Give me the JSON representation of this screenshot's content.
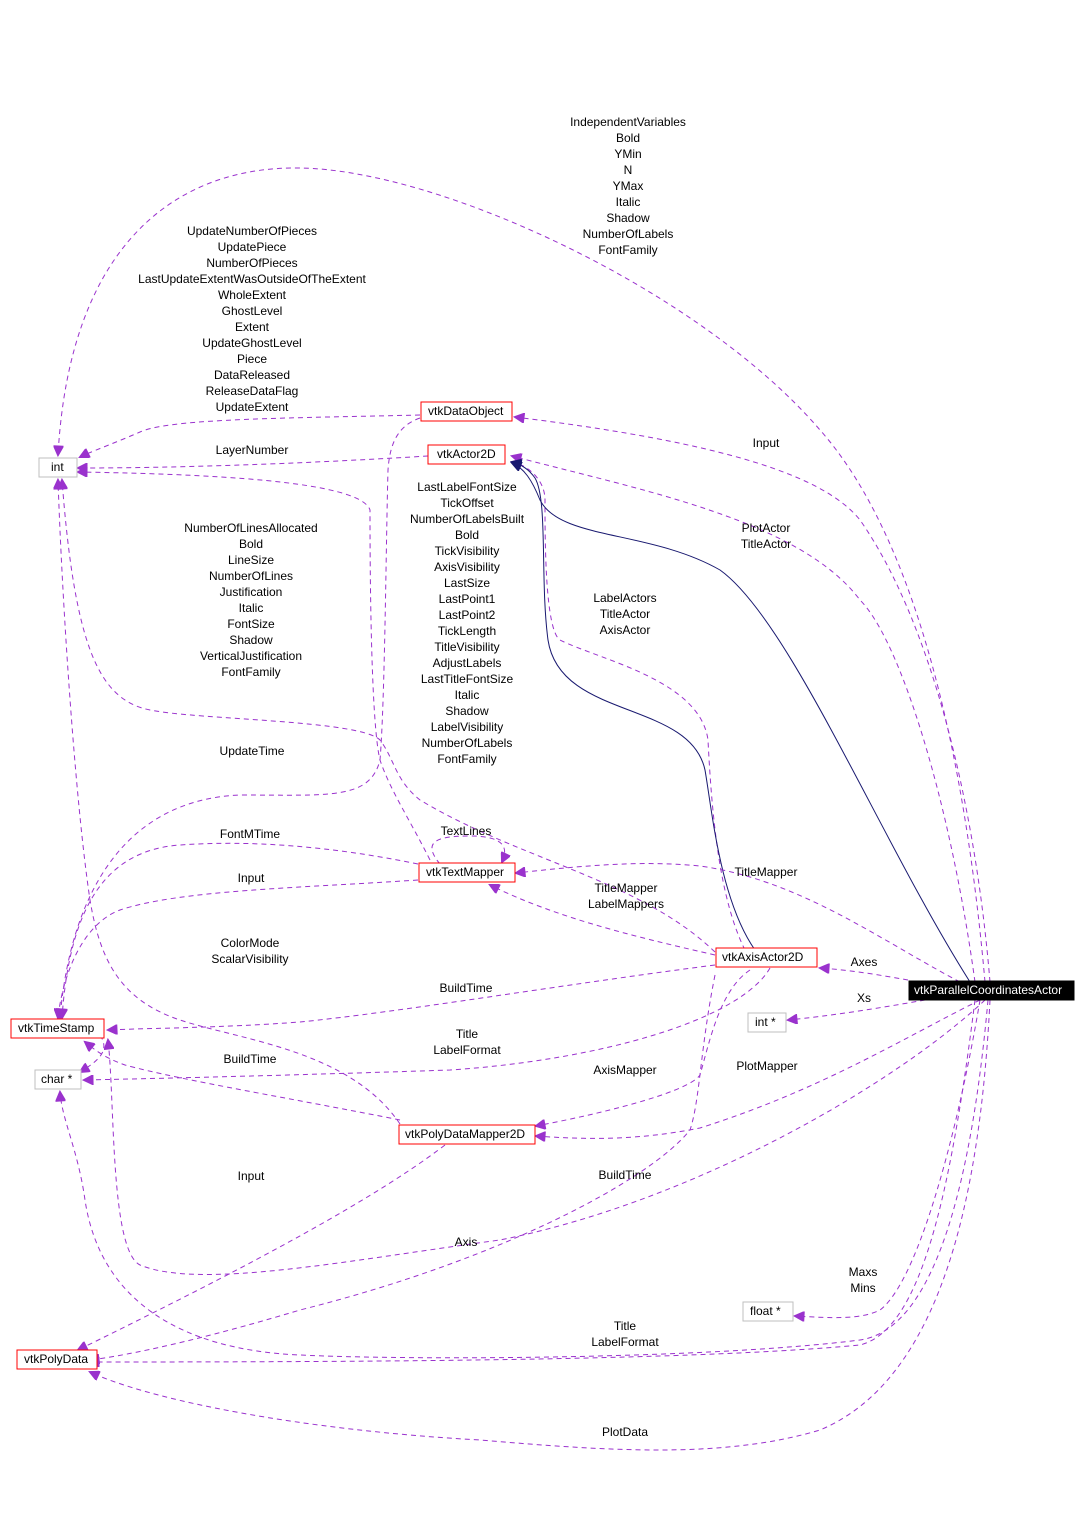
{
  "diagram": {
    "title": "vtkParallelCoordinatesActor collaboration graph",
    "colors": {
      "edge": "#9a32cd",
      "inheritance": "#191970",
      "node_border_documented": "#ff0000",
      "node_border_builtin": "#bfbfbf",
      "main_node_fill": "#000000",
      "main_node_text": "#ffffff"
    },
    "nodes": {
      "main": "vtkParallelCoordinatesActor",
      "vtkDataObject": "vtkDataObject",
      "vtkActor2D": "vtkActor2D",
      "int": "int",
      "vtkTextMapper": "vtkTextMapper",
      "vtkAxisActor2D": "vtkAxisActor2D",
      "intptr": "int *",
      "vtkTimeStamp": "vtkTimeStamp",
      "charptr": "char *",
      "vtkPolyDataMapper2D": "vtkPolyDataMapper2D",
      "floatptr": "float *",
      "vtkPolyData": "vtkPolyData"
    },
    "labels": {
      "main_to_int": [
        "IndependentVariables",
        "Bold",
        "YMin",
        "N",
        "YMax",
        "Italic",
        "Shadow",
        "NumberOfLabels",
        "FontFamily"
      ],
      "dataobject_to_int": [
        "UpdateNumberOfPieces",
        "UpdatePiece",
        "NumberOfPieces",
        "LastUpdateExtentWasOutsideOfTheExtent",
        "WholeExtent",
        "GhostLevel",
        "Extent",
        "UpdateGhostLevel",
        "Piece",
        "DataReleased",
        "ReleaseDataFlag",
        "UpdateExtent"
      ],
      "actor2d_to_int": [
        "LayerNumber"
      ],
      "main_to_dataobject": [
        "Input"
      ],
      "main_to_actor2d": [
        "PlotActor",
        "TitleActor"
      ],
      "axis_to_int": [
        "LastLabelFontSize",
        "TickOffset",
        "NumberOfLabelsBuilt",
        "Bold",
        "TickVisibility",
        "AxisVisibility",
        "LastSize",
        "LastPoint1",
        "LastPoint2",
        "TickLength",
        "TitleVisibility",
        "AdjustLabels",
        "LastTitleFontSize",
        "Italic",
        "Shadow",
        "LabelVisibility",
        "NumberOfLabels",
        "FontFamily"
      ],
      "textmapper_to_int": [
        "NumberOfLinesAllocated",
        "Bold",
        "LineSize",
        "NumberOfLines",
        "Justification",
        "Italic",
        "FontSize",
        "Shadow",
        "VerticalJustification",
        "FontFamily"
      ],
      "axis_to_actor2d": [
        "LabelActors",
        "TitleActor",
        "AxisActor"
      ],
      "dataobject_to_timestamp": [
        "UpdateTime"
      ],
      "textmapper_self": [
        "TextLines"
      ],
      "textmapper_to_timestamp": [
        "FontMTime"
      ],
      "main_to_textmapper": [
        "TitleMapper"
      ],
      "textmapper_input": [
        "Input"
      ],
      "axis_to_textmapper": [
        "TitleMapper",
        "LabelMappers"
      ],
      "main_to_axis": [
        "Axes"
      ],
      "pdm_to_int": [
        "ColorMode",
        "ScalarVisibility"
      ],
      "axis_to_timestamp": [
        "BuildTime"
      ],
      "main_to_intptr": [
        "Xs"
      ],
      "axis_to_charptr": [
        "Title",
        "LabelFormat"
      ],
      "pdm_to_timestamp": [
        "BuildTime"
      ],
      "axis_to_pdm": [
        "AxisMapper"
      ],
      "main_to_pdm": [
        "PlotMapper"
      ],
      "pdm_to_polydata": [
        "Input"
      ],
      "main_to_timestamp": [
        "BuildTime"
      ],
      "main_to_axis_generic": [
        "Axis"
      ],
      "main_to_floatptr": [
        "Maxs",
        "Mins"
      ],
      "main_to_charptr": [
        "Title",
        "LabelFormat"
      ],
      "main_to_polydata": [
        "PlotData"
      ]
    }
  }
}
